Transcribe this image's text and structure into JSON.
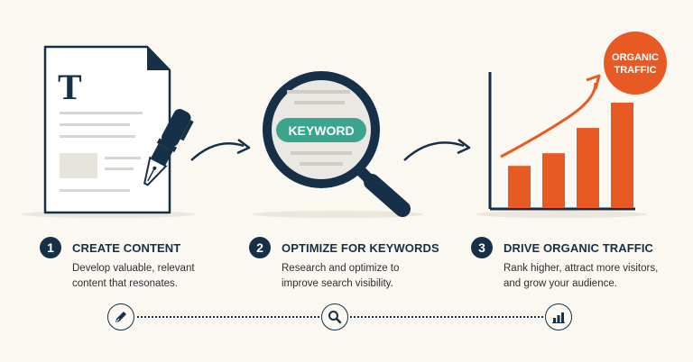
{
  "steps": [
    {
      "number": "1",
      "title": "CREATE CONTENT",
      "desc_line1": "Develop valuable, relevant",
      "desc_line2": "content that resonates."
    },
    {
      "number": "2",
      "title": "OPTIMIZE FOR KEYWORDS",
      "desc_line1": "Research and optimize to",
      "desc_line2": "improve search visibility."
    },
    {
      "number": "3",
      "title": "DRIVE ORGANIC TRAFFIC",
      "desc_line1": "Rank higher, attract more visitors,",
      "desc_line2": "and grow your audience."
    }
  ],
  "illustrations": {
    "document_letter": "T",
    "keyword_label": "KEYWORD",
    "traffic_badge_line1": "ORGANIC",
    "traffic_badge_line2": "TRAFFIC"
  },
  "chart_data": {
    "type": "bar",
    "values": [
      1,
      1.3,
      1.9,
      2.5
    ]
  },
  "colors": {
    "navy": "#163047",
    "orange": "#e85a24",
    "keyword_green": "#3aa58c",
    "background": "#fbf8f2"
  },
  "icons": [
    "pen-icon",
    "magnifier-icon",
    "bar-chart-icon"
  ]
}
